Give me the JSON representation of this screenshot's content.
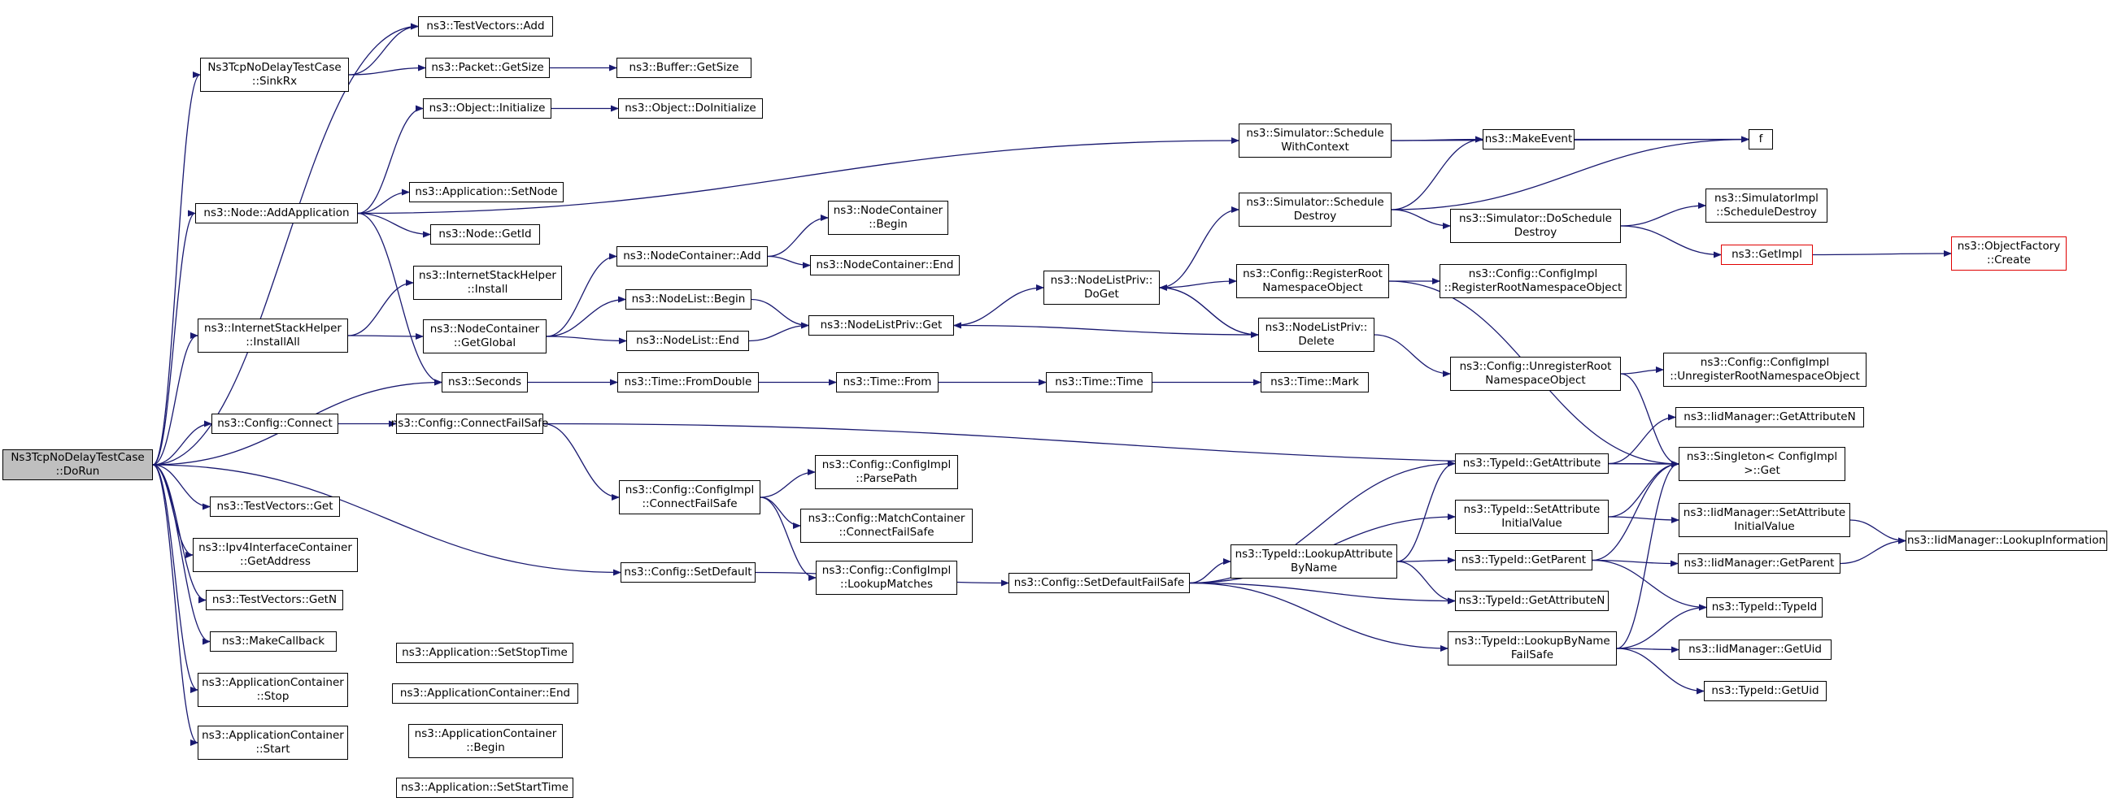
{
  "graph": {
    "nodes": [
      {
        "id": "root",
        "lines": [
          "Ns3TcpNoDelayTestCase",
          "::DoRun"
        ],
        "root": true
      },
      {
        "id": "tvadd",
        "lines": [
          "ns3::TestVectors::Add"
        ]
      },
      {
        "id": "sinkrx",
        "lines": [
          "Ns3TcpNoDelayTestCase",
          "::SinkRx"
        ]
      },
      {
        "id": "pktsize",
        "lines": [
          "ns3::Packet::GetSize"
        ]
      },
      {
        "id": "bufsize",
        "lines": [
          "ns3::Buffer::GetSize"
        ]
      },
      {
        "id": "objinit",
        "lines": [
          "ns3::Object::Initialize"
        ]
      },
      {
        "id": "objdoinit",
        "lines": [
          "ns3::Object::DoInitialize"
        ]
      },
      {
        "id": "addapp",
        "lines": [
          "ns3::Node::AddApplication"
        ]
      },
      {
        "id": "appsetnode",
        "lines": [
          "ns3::Application::SetNode"
        ]
      },
      {
        "id": "nodegetid",
        "lines": [
          "ns3::Node::GetId"
        ]
      },
      {
        "id": "ishinstall",
        "lines": [
          "ns3::InternetStackHelper",
          "::Install"
        ]
      },
      {
        "id": "ishinstallall",
        "lines": [
          "ns3::InternetStackHelper",
          "::InstallAll"
        ]
      },
      {
        "id": "ncadd",
        "lines": [
          "ns3::NodeContainer::Add"
        ]
      },
      {
        "id": "ncbegin",
        "lines": [
          "ns3::NodeContainer",
          "::Begin"
        ]
      },
      {
        "id": "ncend",
        "lines": [
          "ns3::NodeContainer::End"
        ]
      },
      {
        "id": "ncgetglobal",
        "lines": [
          "ns3::NodeContainer",
          "::GetGlobal"
        ]
      },
      {
        "id": "nlbegin",
        "lines": [
          "ns3::NodeList::Begin"
        ]
      },
      {
        "id": "nlend",
        "lines": [
          "ns3::NodeList::End"
        ]
      },
      {
        "id": "nlpget",
        "lines": [
          "ns3::NodeListPriv::Get"
        ]
      },
      {
        "id": "nlpdoget",
        "lines": [
          "ns3::NodeListPriv::",
          "DoGet"
        ]
      },
      {
        "id": "nlpdelete",
        "lines": [
          "ns3::NodeListPriv::",
          "Delete"
        ]
      },
      {
        "id": "seconds",
        "lines": [
          "ns3::Seconds"
        ]
      },
      {
        "id": "fromdouble",
        "lines": [
          "ns3::Time::FromDouble"
        ]
      },
      {
        "id": "timefrom",
        "lines": [
          "ns3::Time::From"
        ]
      },
      {
        "id": "timetime",
        "lines": [
          "ns3::Time::Time"
        ]
      },
      {
        "id": "timemark",
        "lines": [
          "ns3::Time::Mark"
        ]
      },
      {
        "id": "simschedwc",
        "lines": [
          "ns3::Simulator::Schedule",
          "WithContext"
        ]
      },
      {
        "id": "makeevent",
        "lines": [
          "ns3::MakeEvent"
        ]
      },
      {
        "id": "f",
        "lines": [
          "f"
        ]
      },
      {
        "id": "simscheddestroy",
        "lines": [
          "ns3::Simulator::Schedule",
          "Destroy"
        ]
      },
      {
        "id": "simdoscheddestroy",
        "lines": [
          "ns3::Simulator::DoSchedule",
          "Destroy"
        ]
      },
      {
        "id": "simimplsched",
        "lines": [
          "ns3::SimulatorImpl",
          "::ScheduleDestroy"
        ]
      },
      {
        "id": "getimpl",
        "lines": [
          "ns3::GetImpl"
        ],
        "red": true
      },
      {
        "id": "objfactcreate",
        "lines": [
          "ns3::ObjectFactory",
          "::Create"
        ],
        "red": true
      },
      {
        "id": "cfgregroot",
        "lines": [
          "ns3::Config::RegisterRoot",
          "NamespaceObject"
        ]
      },
      {
        "id": "cfgimplreg",
        "lines": [
          "ns3::Config::ConfigImpl",
          "::RegisterRootNamespaceObject"
        ]
      },
      {
        "id": "cfgunregroot",
        "lines": [
          "ns3::Config::UnregisterRoot",
          "NamespaceObject"
        ]
      },
      {
        "id": "cfgimplunreg",
        "lines": [
          "ns3::Config::ConfigImpl",
          "::UnregisterRootNamespaceObject"
        ]
      },
      {
        "id": "cfgconnect",
        "lines": [
          "ns3::Config::Connect"
        ]
      },
      {
        "id": "cfgconnectfs",
        "lines": [
          "ns3::Config::ConnectFailSafe"
        ]
      },
      {
        "id": "cfgimplconnectfs",
        "lines": [
          "ns3::Config::ConfigImpl",
          "::ConnectFailSafe"
        ]
      },
      {
        "id": "cfgimplparse",
        "lines": [
          "ns3::Config::ConfigImpl",
          "::ParsePath"
        ]
      },
      {
        "id": "matchcontainer",
        "lines": [
          "ns3::Config::MatchContainer",
          "::ConnectFailSafe"
        ]
      },
      {
        "id": "cfgimpllookup",
        "lines": [
          "ns3::Config::ConfigImpl",
          "::LookupMatches"
        ]
      },
      {
        "id": "cfgsetdefault",
        "lines": [
          "ns3::Config::SetDefault"
        ]
      },
      {
        "id": "cfgsetdefaultfs",
        "lines": [
          "ns3::Config::SetDefaultFailSafe"
        ]
      },
      {
        "id": "tvget",
        "lines": [
          "ns3::TestVectors::Get"
        ]
      },
      {
        "id": "ipv4getaddr",
        "lines": [
          "ns3::Ipv4InterfaceContainer",
          "::GetAddress"
        ]
      },
      {
        "id": "tvgetn",
        "lines": [
          "ns3::TestVectors::GetN"
        ]
      },
      {
        "id": "makecallback",
        "lines": [
          "ns3::MakeCallback"
        ]
      },
      {
        "id": "acstop",
        "lines": [
          "ns3::ApplicationContainer",
          "::Stop"
        ]
      },
      {
        "id": "acstart",
        "lines": [
          "ns3::ApplicationContainer",
          "::Start"
        ]
      },
      {
        "id": "appsetstop",
        "lines": [
          "ns3::Application::SetStopTime"
        ]
      },
      {
        "id": "acend",
        "lines": [
          "ns3::ApplicationContainer::End"
        ]
      },
      {
        "id": "acbegin",
        "lines": [
          "ns3::ApplicationContainer",
          "::Begin"
        ]
      },
      {
        "id": "appsetstart",
        "lines": [
          "ns3::Application::SetStartTime"
        ]
      },
      {
        "id": "tidgetattr",
        "lines": [
          "ns3::TypeId::GetAttribute"
        ]
      },
      {
        "id": "tidsetattrinit",
        "lines": [
          "ns3::TypeId::SetAttribute",
          "InitialValue"
        ]
      },
      {
        "id": "tidlookupattr",
        "lines": [
          "ns3::TypeId::LookupAttribute",
          "ByName"
        ]
      },
      {
        "id": "tidgetparent",
        "lines": [
          "ns3::TypeId::GetParent"
        ]
      },
      {
        "id": "tidgetattrn",
        "lines": [
          "ns3::TypeId::GetAttributeN"
        ]
      },
      {
        "id": "tidlookupbyname",
        "lines": [
          "ns3::TypeId::LookupByName",
          "FailSafe"
        ]
      },
      {
        "id": "singleton",
        "lines": [
          "ns3::Singleton< ConfigImpl",
          ">::Get"
        ]
      },
      {
        "id": "iidgetattrn",
        "lines": [
          "ns3::IidManager::GetAttributeN"
        ]
      },
      {
        "id": "iidsetattrinit",
        "lines": [
          "ns3::IidManager::SetAttribute",
          "InitialValue"
        ]
      },
      {
        "id": "iidlookupinfo",
        "lines": [
          "ns3::IidManager::LookupInformation"
        ]
      },
      {
        "id": "iidgetparent",
        "lines": [
          "ns3::IidManager::GetParent"
        ]
      },
      {
        "id": "tidtypeid",
        "lines": [
          "ns3::TypeId::TypeId"
        ]
      },
      {
        "id": "iidgetuid",
        "lines": [
          "ns3::IidManager::GetUid"
        ]
      },
      {
        "id": "tidgetuid",
        "lines": [
          "ns3::TypeId::GetUid"
        ]
      }
    ],
    "edges": [
      [
        "root",
        "tvadd"
      ],
      [
        "root",
        "sinkrx"
      ],
      [
        "root",
        "addapp"
      ],
      [
        "root",
        "ishinstallall"
      ],
      [
        "root",
        "seconds"
      ],
      [
        "root",
        "cfgconnect"
      ],
      [
        "root",
        "cfgsetdefault"
      ],
      [
        "root",
        "tvget"
      ],
      [
        "root",
        "ipv4getaddr"
      ],
      [
        "root",
        "tvgetn"
      ],
      [
        "root",
        "makecallback"
      ],
      [
        "root",
        "acstop"
      ],
      [
        "root",
        "acstart"
      ],
      [
        "sinkrx",
        "tvadd"
      ],
      [
        "sinkrx",
        "pktsize"
      ],
      [
        "pktsize",
        "bufsize"
      ],
      [
        "objinit",
        "objdoinit"
      ],
      [
        "addapp",
        "objinit"
      ],
      [
        "addapp",
        "simschedwc"
      ],
      [
        "addapp",
        "appsetnode"
      ],
      [
        "addapp",
        "nodegetid"
      ],
      [
        "addapp",
        "seconds"
      ],
      [
        "ishinstallall",
        "ishinstall"
      ],
      [
        "ishinstallall",
        "ncgetglobal"
      ],
      [
        "ncgetglobal",
        "ncadd"
      ],
      [
        "ncgetglobal",
        "nlbegin"
      ],
      [
        "ncgetglobal",
        "nlend"
      ],
      [
        "ncadd",
        "ncbegin"
      ],
      [
        "ncadd",
        "ncend"
      ],
      [
        "nlbegin",
        "nlpget"
      ],
      [
        "nlend",
        "nlpget"
      ],
      [
        "nlpget",
        "nlpdoget"
      ],
      [
        "nlpdoget",
        "simscheddestroy"
      ],
      [
        "nlpdoget",
        "cfgregroot"
      ],
      [
        "nlpdoget",
        "nlpdelete"
      ],
      [
        "nlpdelete",
        "nlpdoget"
      ],
      [
        "nlpdelete",
        "nlpget"
      ],
      [
        "nlpdelete",
        "cfgunregroot"
      ],
      [
        "simschedwc",
        "makeevent"
      ],
      [
        "simschedwc",
        "f"
      ],
      [
        "makeevent",
        "f"
      ],
      [
        "simscheddestroy",
        "makeevent"
      ],
      [
        "simscheddestroy",
        "f"
      ],
      [
        "simscheddestroy",
        "simdoscheddestroy"
      ],
      [
        "simdoscheddestroy",
        "simimplsched"
      ],
      [
        "simdoscheddestroy",
        "getimpl"
      ],
      [
        "getimpl",
        "objfactcreate"
      ],
      [
        "cfgregroot",
        "cfgimplreg"
      ],
      [
        "cfgregroot",
        "singleton"
      ],
      [
        "cfgunregroot",
        "cfgimplunreg"
      ],
      [
        "cfgunregroot",
        "singleton"
      ],
      [
        "seconds",
        "fromdouble"
      ],
      [
        "fromdouble",
        "timefrom"
      ],
      [
        "timefrom",
        "timetime"
      ],
      [
        "timetime",
        "timemark"
      ],
      [
        "cfgconnect",
        "cfgconnectfs"
      ],
      [
        "cfgconnectfs",
        "cfgimplconnectfs"
      ],
      [
        "cfgconnectfs",
        "singleton"
      ],
      [
        "cfgimplconnectfs",
        "cfgimplparse"
      ],
      [
        "cfgimplconnectfs",
        "matchcontainer"
      ],
      [
        "cfgimplconnectfs",
        "cfgimpllookup"
      ],
      [
        "cfgsetdefault",
        "cfgsetdefaultfs"
      ],
      [
        "cfgsetdefaultfs",
        "tidgetattr"
      ],
      [
        "cfgsetdefaultfs",
        "tidsetattrinit"
      ],
      [
        "cfgsetdefaultfs",
        "tidlookupattr"
      ],
      [
        "cfgsetdefaultfs",
        "tidgetattrn"
      ],
      [
        "cfgsetdefaultfs",
        "tidlookupbyname"
      ],
      [
        "tidlookupattr",
        "tidgetattr"
      ],
      [
        "tidlookupattr",
        "tidgetparent"
      ],
      [
        "tidlookupattr",
        "tidgetattrn"
      ],
      [
        "tidgetattr",
        "singleton"
      ],
      [
        "tidgetattr",
        "iidgetattrn"
      ],
      [
        "tidsetattrinit",
        "singleton"
      ],
      [
        "tidsetattrinit",
        "iidsetattrinit"
      ],
      [
        "tidgetparent",
        "singleton"
      ],
      [
        "tidgetparent",
        "iidgetparent"
      ],
      [
        "tidgetparent",
        "tidtypeid"
      ],
      [
        "tidlookupbyname",
        "singleton"
      ],
      [
        "tidlookupbyname",
        "tidtypeid"
      ],
      [
        "tidlookupbyname",
        "iidgetuid"
      ],
      [
        "tidlookupbyname",
        "tidgetuid"
      ],
      [
        "iidsetattrinit",
        "iidlookupinfo"
      ],
      [
        "iidgetparent",
        "iidlookupinfo"
      ]
    ]
  },
  "colors": {
    "edge": "#191970",
    "border": "#000000",
    "red_border": "#e00000",
    "root_fill": "#bfbfbf"
  }
}
